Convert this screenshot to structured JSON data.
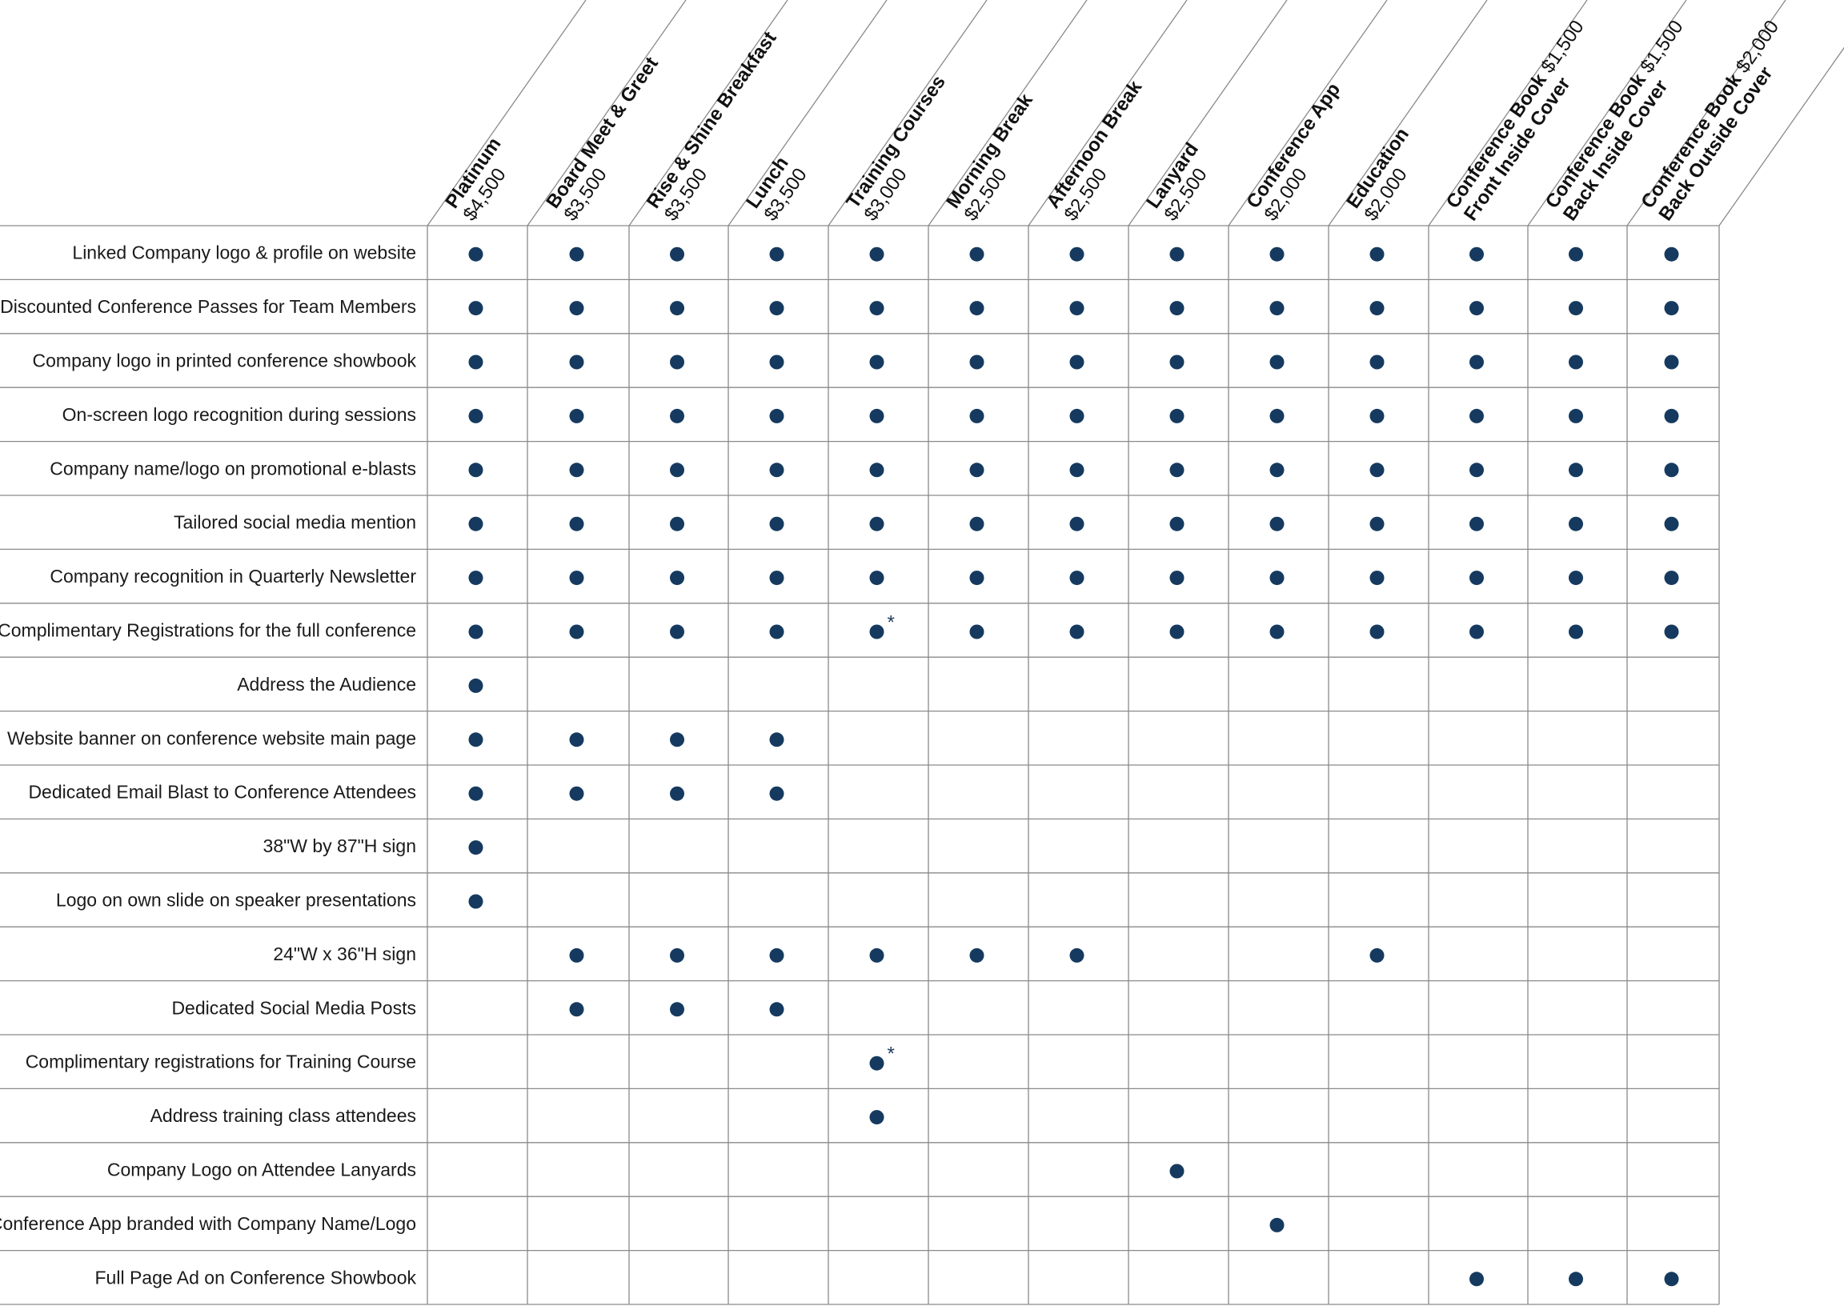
{
  "colors": {
    "dot": "#163a5f",
    "grid": "#8a8a8a",
    "text": "#1a1a1a"
  },
  "columns": [
    {
      "name": "Platinum",
      "price": "$4,500",
      "price_inline": false
    },
    {
      "name": "Board Meet & Greet",
      "price": "$3,500",
      "price_inline": false
    },
    {
      "name": "Rise & Shine Breakfast",
      "price": "$3,500",
      "price_inline": false
    },
    {
      "name": "Lunch",
      "price": "$3,500",
      "price_inline": false
    },
    {
      "name": "Training Courses",
      "price": "$3,000",
      "price_inline": false
    },
    {
      "name": "Morning Break",
      "price": "$2,500",
      "price_inline": false
    },
    {
      "name": "Afternoon Break",
      "price": "$2,500",
      "price_inline": false
    },
    {
      "name": "Lanyard",
      "price": "$2,500",
      "price_inline": false
    },
    {
      "name": "Conference App",
      "price": "$2,000",
      "price_inline": false
    },
    {
      "name": "Education",
      "price": "$2,000",
      "price_inline": false
    },
    {
      "name": "Conference Book",
      "name2": "Front Inside Cover",
      "price": "$1,500",
      "price_inline": true
    },
    {
      "name": "Conference Book",
      "name2": "Back Inside Cover",
      "price": "$1,500",
      "price_inline": true
    },
    {
      "name": "Conference Book",
      "name2": "Back Outside Cover",
      "price": "$2,000",
      "price_inline": true
    }
  ],
  "rows": [
    {
      "feature": "Linked Company logo & profile on website",
      "marks": [
        1,
        1,
        1,
        1,
        1,
        1,
        1,
        1,
        1,
        1,
        1,
        1,
        1
      ]
    },
    {
      "feature": "Discounted Conference Passes for Team Members",
      "marks": [
        1,
        1,
        1,
        1,
        1,
        1,
        1,
        1,
        1,
        1,
        1,
        1,
        1
      ]
    },
    {
      "feature": "Company logo in printed conference showbook",
      "marks": [
        1,
        1,
        1,
        1,
        1,
        1,
        1,
        1,
        1,
        1,
        1,
        1,
        1
      ]
    },
    {
      "feature": "On-screen logo recognition during sessions",
      "marks": [
        1,
        1,
        1,
        1,
        1,
        1,
        1,
        1,
        1,
        1,
        1,
        1,
        1
      ]
    },
    {
      "feature": "Company name/logo on promotional e-blasts",
      "marks": [
        1,
        1,
        1,
        1,
        1,
        1,
        1,
        1,
        1,
        1,
        1,
        1,
        1
      ]
    },
    {
      "feature": "Tailored social media mention",
      "marks": [
        1,
        1,
        1,
        1,
        1,
        1,
        1,
        1,
        1,
        1,
        1,
        1,
        1
      ]
    },
    {
      "feature": "Company recognition in Quarterly Newsletter",
      "marks": [
        1,
        1,
        1,
        1,
        1,
        1,
        1,
        1,
        1,
        1,
        1,
        1,
        1
      ]
    },
    {
      "feature": "Complimentary Registrations for the full conference",
      "marks": [
        1,
        1,
        1,
        1,
        2,
        1,
        1,
        1,
        1,
        1,
        1,
        1,
        1
      ]
    },
    {
      "feature": "Address the Audience",
      "marks": [
        1,
        0,
        0,
        0,
        0,
        0,
        0,
        0,
        0,
        0,
        0,
        0,
        0
      ]
    },
    {
      "feature": "Website banner on conference website main page",
      "marks": [
        1,
        1,
        1,
        1,
        0,
        0,
        0,
        0,
        0,
        0,
        0,
        0,
        0
      ]
    },
    {
      "feature": "Dedicated Email Blast to Conference Attendees",
      "marks": [
        1,
        1,
        1,
        1,
        0,
        0,
        0,
        0,
        0,
        0,
        0,
        0,
        0
      ]
    },
    {
      "feature": "38\"W by 87\"H sign",
      "marks": [
        1,
        0,
        0,
        0,
        0,
        0,
        0,
        0,
        0,
        0,
        0,
        0,
        0
      ]
    },
    {
      "feature": "Logo on own slide on speaker presentations",
      "marks": [
        1,
        0,
        0,
        0,
        0,
        0,
        0,
        0,
        0,
        0,
        0,
        0,
        0
      ]
    },
    {
      "feature": "24\"W x 36\"H  sign",
      "marks": [
        0,
        1,
        1,
        1,
        1,
        1,
        1,
        0,
        0,
        1,
        0,
        0,
        0
      ]
    },
    {
      "feature": "Dedicated Social Media Posts",
      "marks": [
        0,
        1,
        1,
        1,
        0,
        0,
        0,
        0,
        0,
        0,
        0,
        0,
        0
      ]
    },
    {
      "feature": "Complimentary registrations for Training Course",
      "marks": [
        0,
        0,
        0,
        0,
        2,
        0,
        0,
        0,
        0,
        0,
        0,
        0,
        0
      ]
    },
    {
      "feature": "Address training class attendees",
      "marks": [
        0,
        0,
        0,
        0,
        1,
        0,
        0,
        0,
        0,
        0,
        0,
        0,
        0
      ]
    },
    {
      "feature": "Company Logo on Attendee Lanyards",
      "marks": [
        0,
        0,
        0,
        0,
        0,
        0,
        0,
        1,
        0,
        0,
        0,
        0,
        0
      ]
    },
    {
      "feature": "Conference App branded with Company Name/Logo",
      "marks": [
        0,
        0,
        0,
        0,
        0,
        0,
        0,
        0,
        1,
        0,
        0,
        0,
        0
      ]
    },
    {
      "feature": "Full Page Ad on Conference Showbook",
      "marks": [
        0,
        0,
        0,
        0,
        0,
        0,
        0,
        0,
        0,
        0,
        1,
        1,
        1
      ]
    }
  ],
  "footnote_mark": "*"
}
